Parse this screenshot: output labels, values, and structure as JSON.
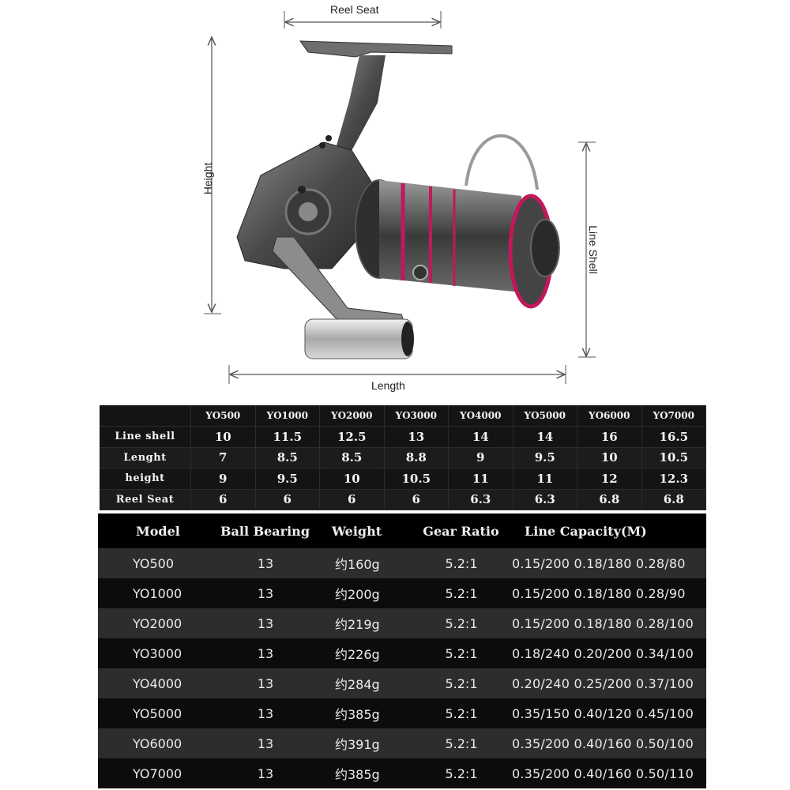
{
  "dimension_labels": {
    "reel_seat": "Reel Seat",
    "height": "Height",
    "line_shell": "Line Shell",
    "length": "Length"
  },
  "dim_table": {
    "columns": [
      "YO500",
      "YO1000",
      "YO2000",
      "YO3000",
      "YO4000",
      "YO5000",
      "YO6000",
      "YO7000"
    ],
    "rows": [
      {
        "label": "Line shell",
        "values": [
          "10",
          "11.5",
          "12.5",
          "13",
          "14",
          "14",
          "16",
          "16.5"
        ]
      },
      {
        "label": "Lenght",
        "values": [
          "7",
          "8.5",
          "8.5",
          "8.8",
          "9",
          "9.5",
          "10",
          "10.5"
        ]
      },
      {
        "label": "height",
        "values": [
          "9",
          "9.5",
          "10",
          "10.5",
          "11",
          "11",
          "12",
          "12.3"
        ]
      },
      {
        "label": "Reel Seat",
        "values": [
          "6",
          "6",
          "6",
          "6",
          "6.3",
          "6.3",
          "6.8",
          "6.8"
        ]
      }
    ]
  },
  "spec_table": {
    "headers": [
      "Model",
      "Ball Bearing",
      "Weight",
      "Gear Ratio",
      "Line Capacity(M)"
    ],
    "rows": [
      {
        "model": "YO500",
        "bb": "13",
        "weight": "约160g",
        "gear": "5.2:1",
        "capacity": "0.15/200 0.18/180 0.28/80"
      },
      {
        "model": "YO1000",
        "bb": "13",
        "weight": "约200g",
        "gear": "5.2:1",
        "capacity": "0.15/200 0.18/180 0.28/90"
      },
      {
        "model": "YO2000",
        "bb": "13",
        "weight": "约219g",
        "gear": "5.2:1",
        "capacity": "0.15/200 0.18/180 0.28/100"
      },
      {
        "model": "YO3000",
        "bb": "13",
        "weight": "约226g",
        "gear": "5.2:1",
        "capacity": "0.18/240 0.20/200 0.34/100"
      },
      {
        "model": "YO4000",
        "bb": "13",
        "weight": "约284g",
        "gear": "5.2:1",
        "capacity": "0.20/240 0.25/200 0.37/100"
      },
      {
        "model": "YO5000",
        "bb": "13",
        "weight": "约385g",
        "gear": "5.2:1",
        "capacity": "0.35/150 0.40/120 0.45/100"
      },
      {
        "model": "YO6000",
        "bb": "13",
        "weight": "约391g",
        "gear": "5.2:1",
        "capacity": "0.35/200 0.40/160 0.50/100"
      },
      {
        "model": "YO7000",
        "bb": "13",
        "weight": "约385g",
        "gear": "5.2:1",
        "capacity": "0.35/200 0.40/160 0.50/110"
      }
    ]
  }
}
